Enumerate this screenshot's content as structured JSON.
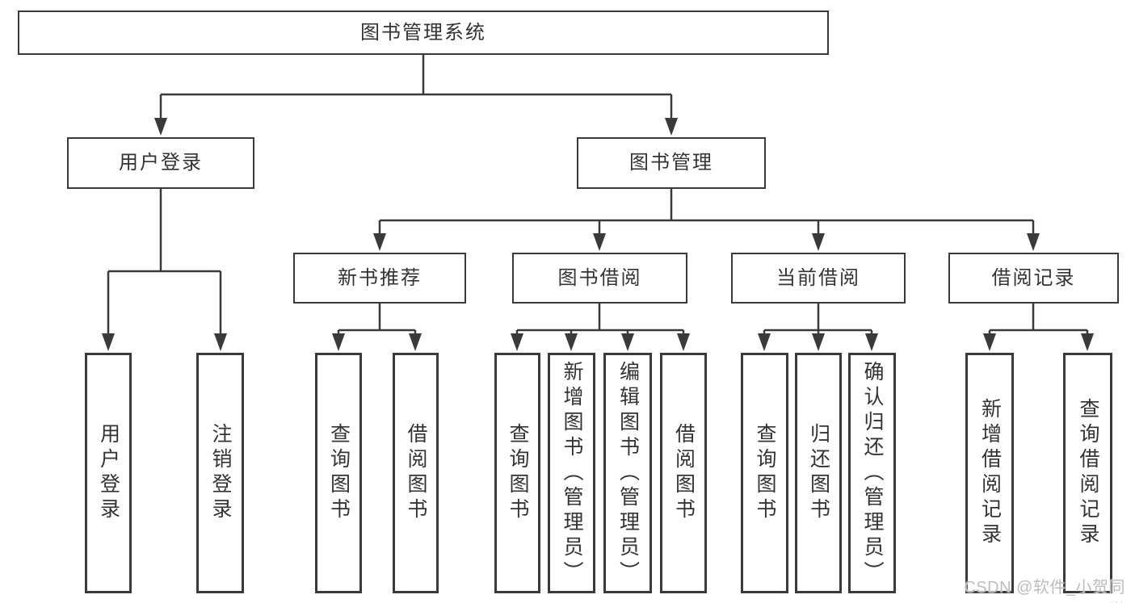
{
  "diagram": {
    "title": "图书管理系统",
    "watermark": "CSDN @软件_小贺同学",
    "colors": {
      "line": "#3a3a3a",
      "box_border": "#3a3a3a",
      "text": "#333333",
      "watermark": "#bdbdbd",
      "background": "#ffffff"
    },
    "tree": {
      "root": {
        "label": "图书管理系统"
      },
      "level1": [
        {
          "label": "用户登录",
          "parent": "图书管理系统"
        },
        {
          "label": "图书管理",
          "parent": "图书管理系统"
        }
      ],
      "categories": [
        {
          "label": "新书推荐",
          "parent": "图书管理"
        },
        {
          "label": "图书借阅",
          "parent": "图书管理"
        },
        {
          "label": "当前借阅",
          "parent": "图书管理"
        },
        {
          "label": "借阅记录",
          "parent": "图书管理"
        }
      ],
      "leaves": [
        {
          "label": "用户登录",
          "parent": "用户登录"
        },
        {
          "label": "注销登录",
          "parent": "用户登录"
        },
        {
          "label": "查询图书",
          "parent": "新书推荐"
        },
        {
          "label": "借阅图书",
          "parent": "新书推荐"
        },
        {
          "label": "查询图书",
          "parent": "图书借阅"
        },
        {
          "label": "新增图书（管理员）",
          "parent": "图书借阅"
        },
        {
          "label": "编辑图书（管理员）",
          "parent": "图书借阅"
        },
        {
          "label": "借阅图书",
          "parent": "图书借阅"
        },
        {
          "label": "查询图书",
          "parent": "当前借阅"
        },
        {
          "label": "归还图书",
          "parent": "当前借阅"
        },
        {
          "label": "确认归还（管理员）",
          "parent": "当前借阅"
        },
        {
          "label": "新增借阅记录",
          "parent": "借阅记录"
        },
        {
          "label": "查询借阅记录",
          "parent": "借阅记录"
        }
      ]
    }
  }
}
